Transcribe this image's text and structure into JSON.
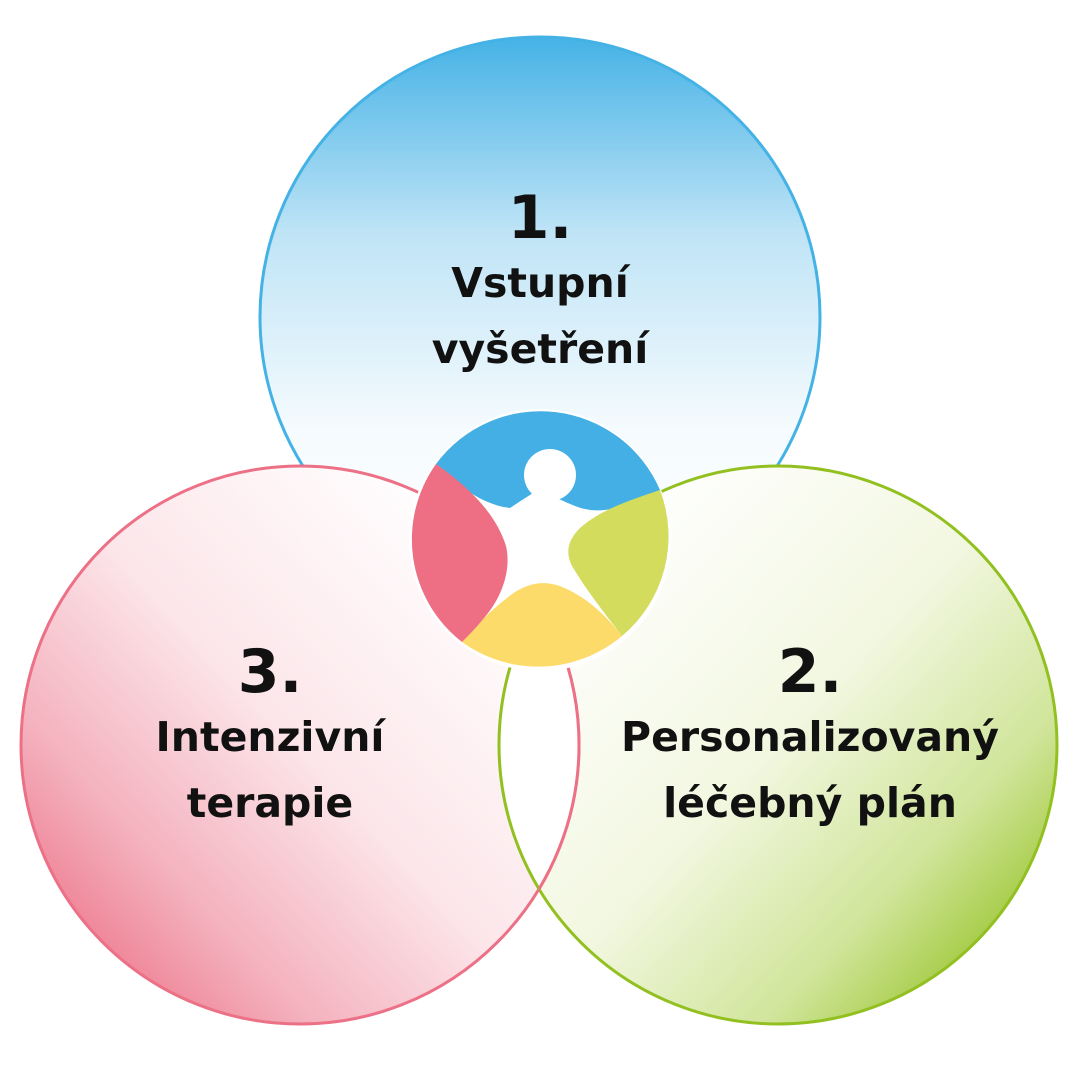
{
  "colors": {
    "blue": "#45B2E6",
    "green": "#92C020",
    "red": "#EC7086",
    "logo_blue": "#43AFE4",
    "logo_red": "#EE6E84",
    "logo_green": "#D4DC5E",
    "logo_yellow": "#FDDB6B",
    "text": "#111111"
  },
  "steps": [
    {
      "number": "1.",
      "lines": [
        "Vstupní",
        "vyšetření"
      ],
      "color": "blue"
    },
    {
      "number": "2.",
      "lines": [
        "Personalizovaný",
        "léčebný plán"
      ],
      "color": "green"
    },
    {
      "number": "3.",
      "lines": [
        "Intenzivní",
        "terapie"
      ],
      "color": "red"
    }
  ],
  "logo": {
    "icon": "person-logo-icon",
    "segments": [
      "logo_blue",
      "logo_green",
      "logo_yellow",
      "logo_red"
    ]
  }
}
